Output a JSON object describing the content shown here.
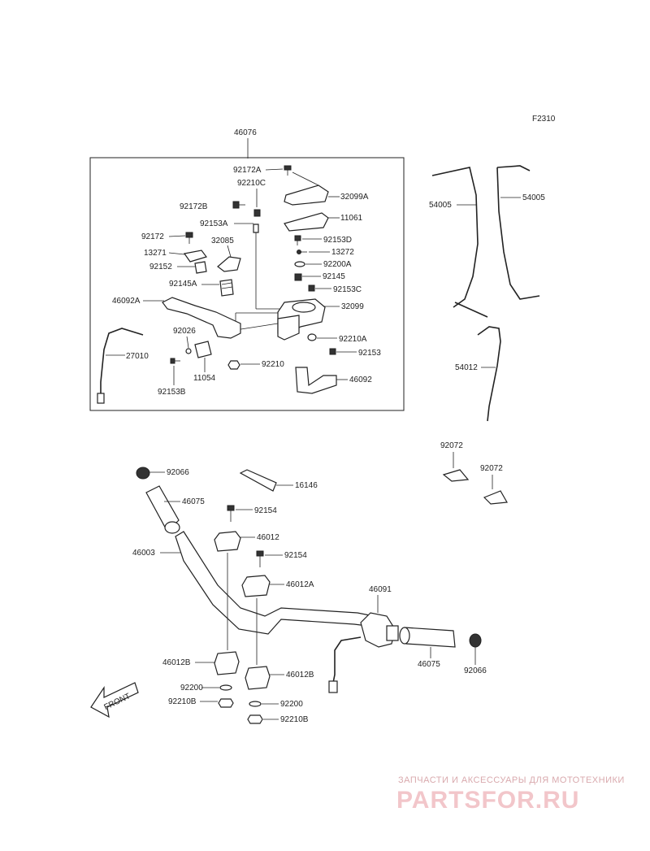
{
  "diagram": {
    "code": "F2310",
    "group_label": "46076",
    "front_label": "FRONT",
    "parts": {
      "p92172A": "92172A",
      "p92210C": "92210C",
      "p32099A": "32099A",
      "p92172B": "92172B",
      "p11061": "11061",
      "p92153A": "92153A",
      "p92153D": "92153D",
      "p92172": "92172",
      "p32085": "32085",
      "p13272": "13272",
      "p13271": "13271",
      "p92200A": "92200A",
      "p92152": "92152",
      "p92145": "92145",
      "p92145A": "92145A",
      "p92153C": "92153C",
      "p46092A": "46092A",
      "p32099": "32099",
      "p92026": "92026",
      "p92210A": "92210A",
      "p27010": "27010",
      "p92153": "92153",
      "p92210": "92210",
      "p11054": "11054",
      "p46092": "46092",
      "p92153B": "92153B",
      "p54005L": "54005",
      "p54005R": "54005",
      "p54012": "54012",
      "p92072a": "92072",
      "p92072b": "92072",
      "p92066L": "92066",
      "p16146": "16146",
      "p46075L": "46075",
      "p92154a": "92154",
      "p46012": "46012",
      "p46003": "46003",
      "p92154b": "92154",
      "p46012A": "46012A",
      "p46091": "46091",
      "p46012Ba": "46012B",
      "p46012Bb": "46012B",
      "p46075R": "46075",
      "p92066R": "92066",
      "p92200a": "92200",
      "p92200b": "92200",
      "p92210Ba": "92210B",
      "p92210Bb": "92210B"
    }
  },
  "watermark": {
    "subtitle": "ЗАПЧАСТИ И АКСЕССУАРЫ ДЛЯ МОТОТЕХНИКИ",
    "brand": "PARTSFOR.RU"
  }
}
